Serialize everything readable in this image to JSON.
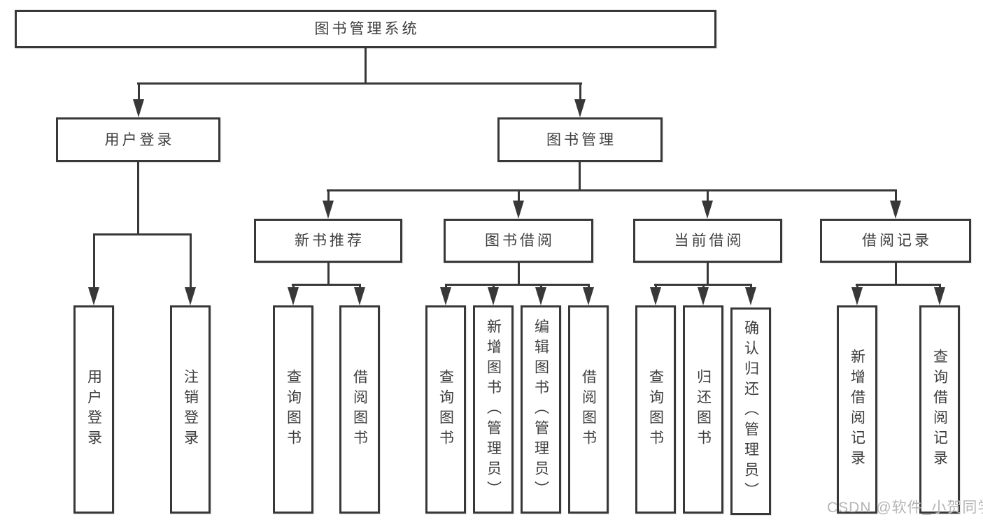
{
  "diagram": {
    "root": {
      "label": "图书管理系统"
    },
    "level2": [
      {
        "label": "用户登录"
      },
      {
        "label": "图书管理"
      }
    ],
    "level3": [
      {
        "label": "新书推荐"
      },
      {
        "label": "图书借阅"
      },
      {
        "label": "当前借阅"
      },
      {
        "label": "借阅记录"
      }
    ],
    "leaves": {
      "user_login": [
        "用户登录",
        "注销登录"
      ],
      "new_book": [
        "查询图书",
        "借阅图书"
      ],
      "book_borrow": [
        "查询图书",
        "新增图书（管理员）",
        "编辑图书（管理员）",
        "借阅图书"
      ],
      "current_borrow": [
        "查询图书",
        "归还图书",
        "确认归还（管理员）"
      ],
      "borrow_record": [
        "新增借阅记录",
        "查询借阅记录"
      ]
    }
  },
  "watermark": "CSDN @软件_小贺同学",
  "colors": {
    "line": "#383838",
    "border": "#383838",
    "text": "#3e3e3e",
    "watermark": "#b5b5b5",
    "background": "#ffffff"
  }
}
